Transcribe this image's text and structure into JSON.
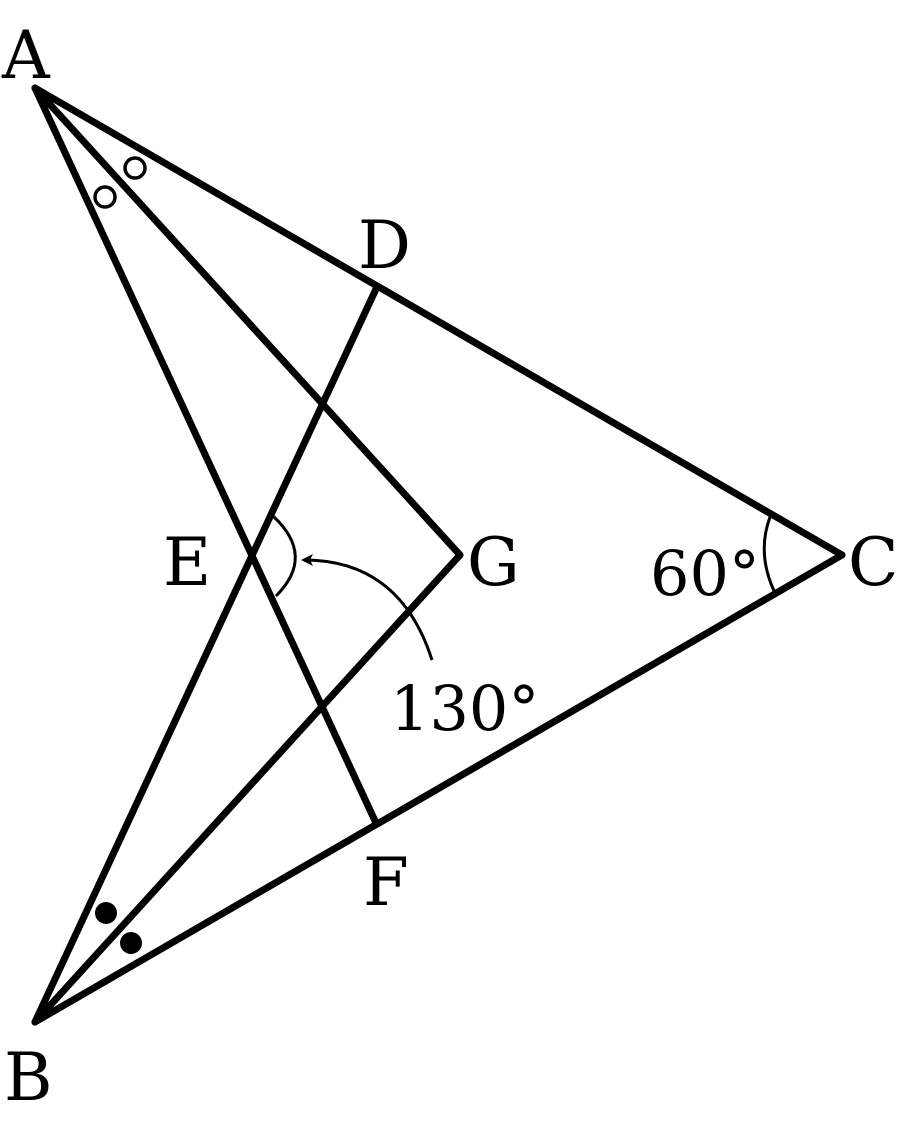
{
  "points": {
    "A": "A",
    "B": "B",
    "C": "C",
    "D": "D",
    "E": "E",
    "F": "F",
    "G": "G"
  },
  "angles": {
    "at_C": "60°",
    "at_E": "130°"
  }
}
